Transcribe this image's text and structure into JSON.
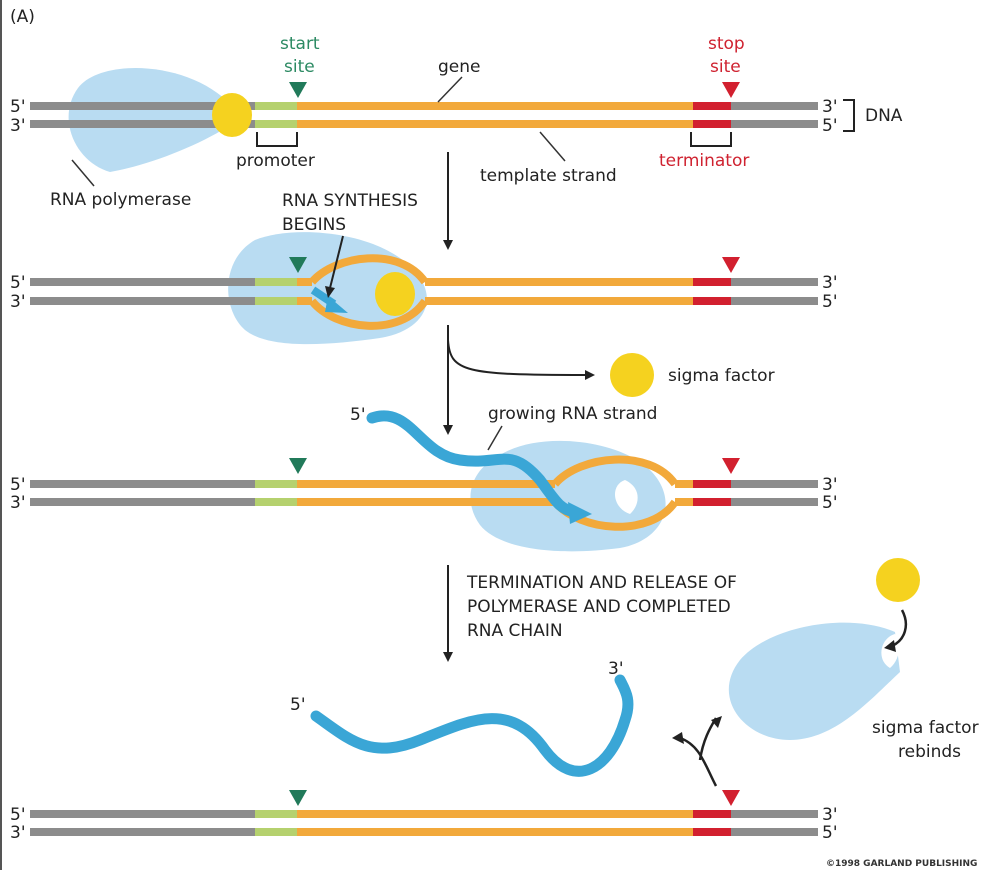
{
  "panel_label": "(A)",
  "labels": {
    "start_site_1": "start",
    "start_site_2": "site",
    "stop_site_1": "stop",
    "stop_site_2": "site",
    "gene": "gene",
    "dna": "DNA",
    "promoter": "promoter",
    "template_strand": "template strand",
    "terminator": "terminator",
    "rna_polymerase": "RNA polymerase",
    "rna_synthesis_1": "RNA SYNTHESIS",
    "rna_synthesis_2": "BEGINS",
    "sigma_factor": "sigma factor",
    "growing_rna": "growing RNA strand",
    "termination_1": "TERMINATION AND RELEASE OF",
    "termination_2": "POLYMERASE AND COMPLETED",
    "termination_3": "RNA CHAIN",
    "sigma_rebinds_1": "sigma factor",
    "sigma_rebinds_2": "rebinds"
  },
  "ends": {
    "five_prime": "5'",
    "three_prime": "3'"
  },
  "copyright": "©1998 GARLAND PUBLISHING",
  "colors": {
    "dna_gray": "#8c8c8c",
    "gene_orange": "#f2a93b",
    "promoter_green": "#b5d16e",
    "terminator_red": "#d2202f",
    "start_marker": "#217a5a",
    "polymerase_blue": "#b9dcf2",
    "rna_blue": "#3aa6d6",
    "sigma_yellow": "#f5d21f"
  }
}
